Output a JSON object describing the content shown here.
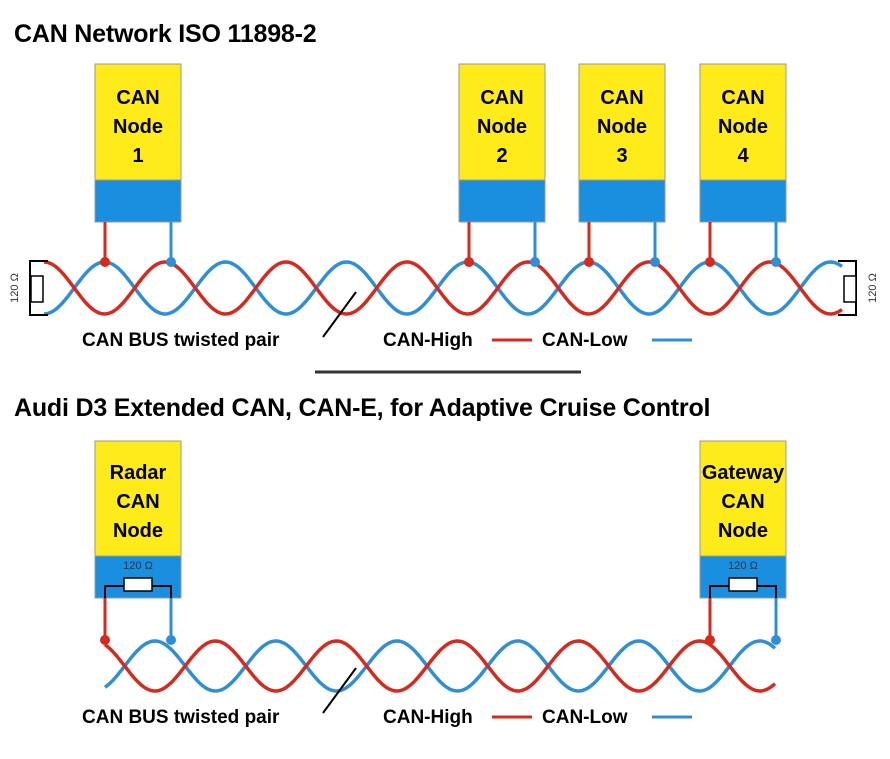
{
  "top": {
    "title": "CAN Network ISO 11898-2",
    "nodes": [
      {
        "line1": "CAN",
        "line2": "Node",
        "line3": "1"
      },
      {
        "line1": "CAN",
        "line2": "Node",
        "line3": "2"
      },
      {
        "line1": "CAN",
        "line2": "Node",
        "line3": "3"
      },
      {
        "line1": "CAN",
        "line2": "Node",
        "line3": "4"
      }
    ],
    "resistor_left": "120 Ω",
    "resistor_right": "120 Ω",
    "bus_label": "CAN BUS twisted pair",
    "high_label": "CAN-High",
    "low_label": "CAN-Low"
  },
  "bottom": {
    "title": "Audi D3 Extended CAN, CAN-E, for Adaptive Cruise Control",
    "nodes": [
      {
        "line1": "Radar",
        "line2": "CAN",
        "line3": "Node",
        "resistor": "120 Ω"
      },
      {
        "line1": "Gateway",
        "line2": "CAN",
        "line3": "Node",
        "resistor": "120 Ω"
      }
    ],
    "bus_label": "CAN BUS twisted pair",
    "high_label": "CAN-High",
    "low_label": "CAN-Low"
  },
  "colors": {
    "node_yellow": "#ffeb1a",
    "node_blue": "#1a8fe0",
    "can_high": "#d62a1e",
    "can_low": "#2f8fd6"
  }
}
